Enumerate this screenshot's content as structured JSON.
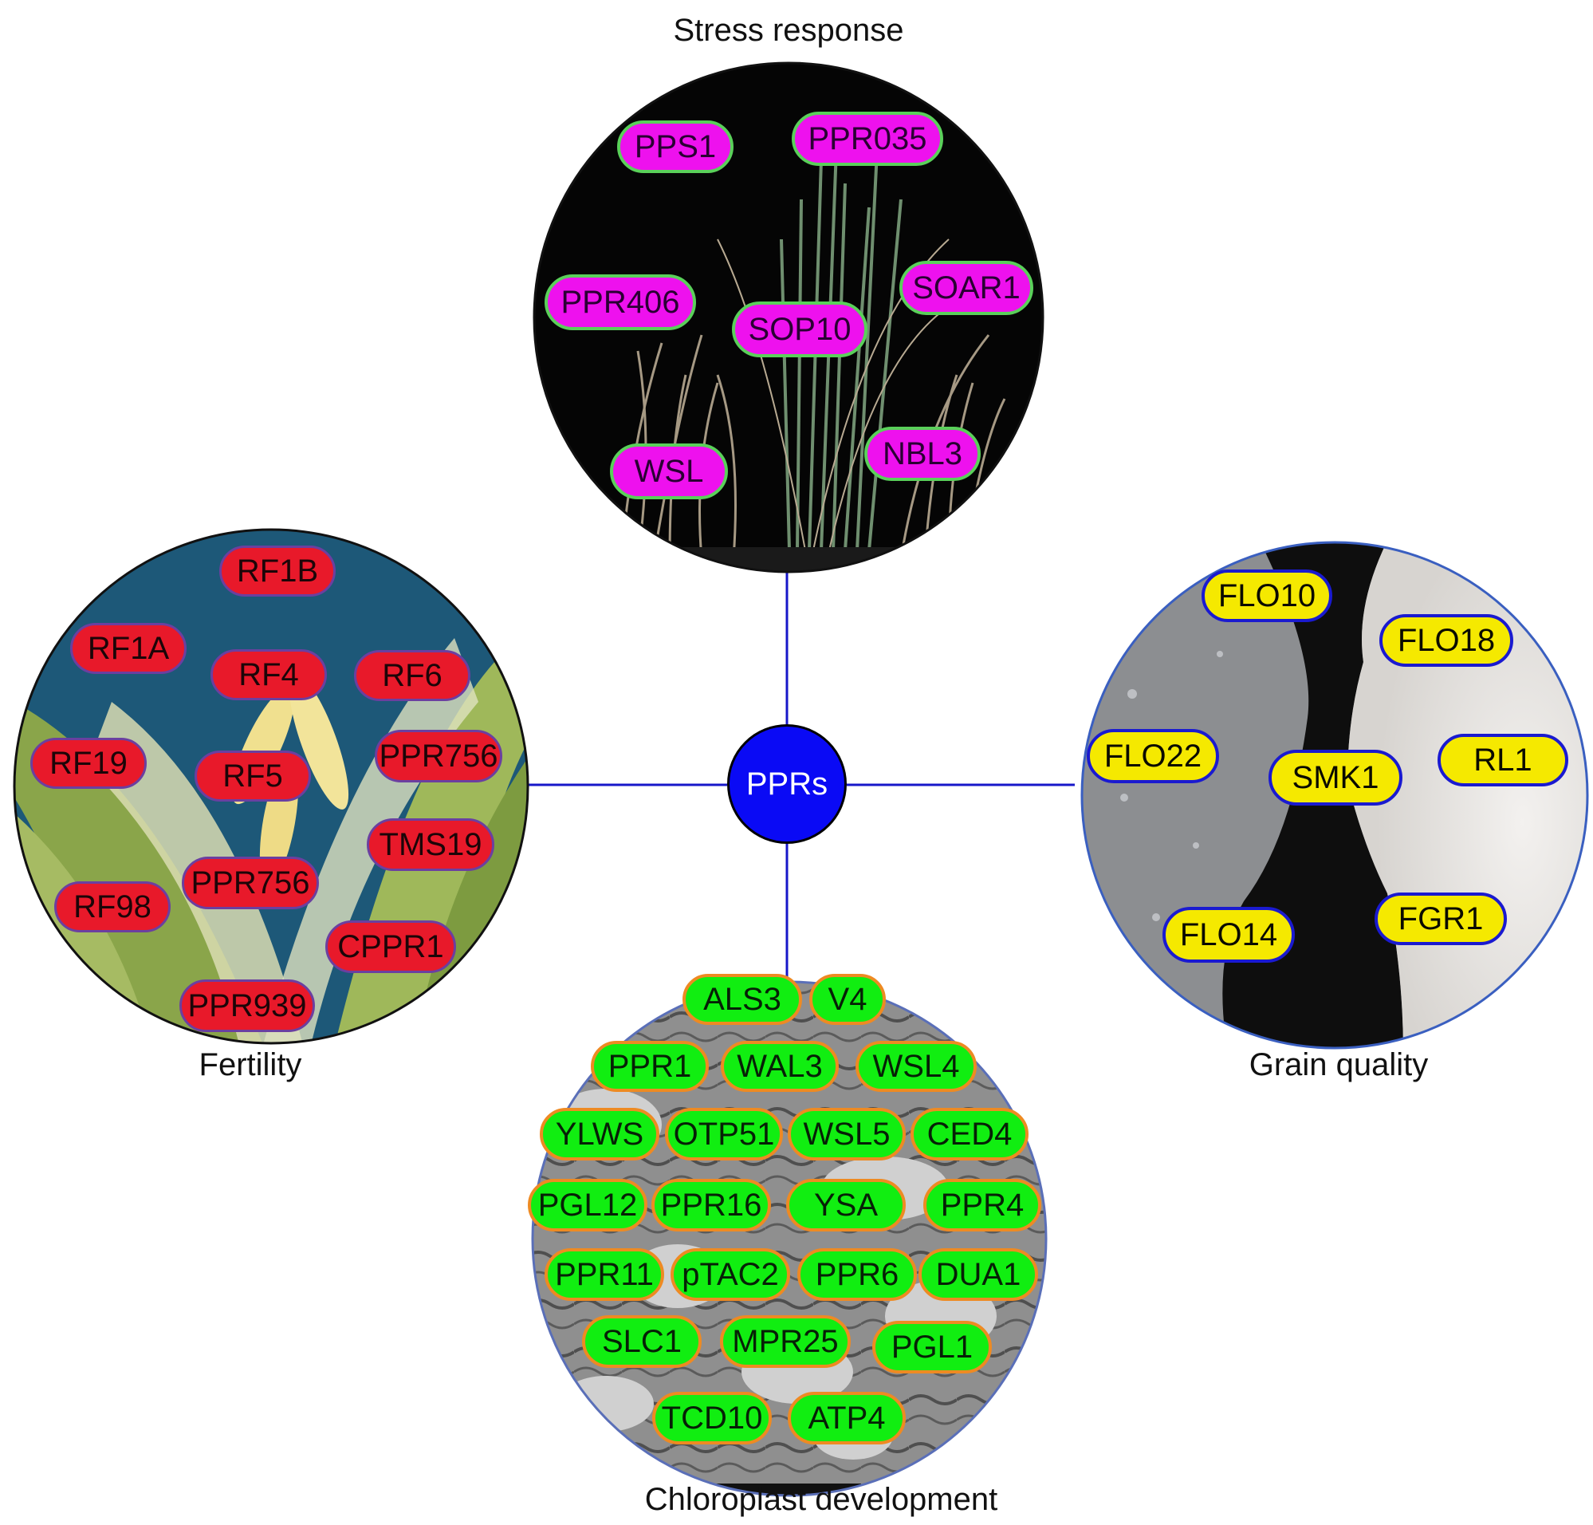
{
  "center": {
    "label": "PPRs"
  },
  "colors": {
    "connector": "#1717c9",
    "center_fill": "#0a0af5",
    "stress_pill": "#ee11ee",
    "fertility_pill": "#e8192a",
    "grain_pill": "#f5e900",
    "chloroplast_pill": "#11ee11"
  },
  "stress": {
    "caption": "Stress response",
    "genes": [
      "PPS1",
      "PPR035",
      "PPR406",
      "SOAR1",
      "SOP10",
      "WSL",
      "NBL3"
    ]
  },
  "fertility": {
    "caption": "Fertility",
    "genes": [
      "RF1B",
      "RF1A",
      "RF4",
      "RF6",
      "RF19",
      "RF5",
      "PPR756",
      "TMS19",
      "PPR756",
      "RF98",
      "CPPR1",
      "PPR939"
    ]
  },
  "grain": {
    "caption": "Grain quality",
    "genes": [
      "FLO10",
      "FLO18",
      "FLO22",
      "SMK1",
      "RL1",
      "FLO14",
      "FGR1"
    ]
  },
  "chloroplast": {
    "caption": "Chloroplast development",
    "genes": [
      "ALS3",
      "V4",
      "PPR1",
      "WAL3",
      "WSL4",
      "YLWS",
      "OTP51",
      "WSL5",
      "CED4",
      "PGL12",
      "PPR16",
      "YSA",
      "PPR4",
      "PPR11",
      "pTAC2",
      "PPR6",
      "DUA1",
      "SLC1",
      "MPR25",
      "PGL1",
      "TCD10",
      "ATP4"
    ]
  }
}
